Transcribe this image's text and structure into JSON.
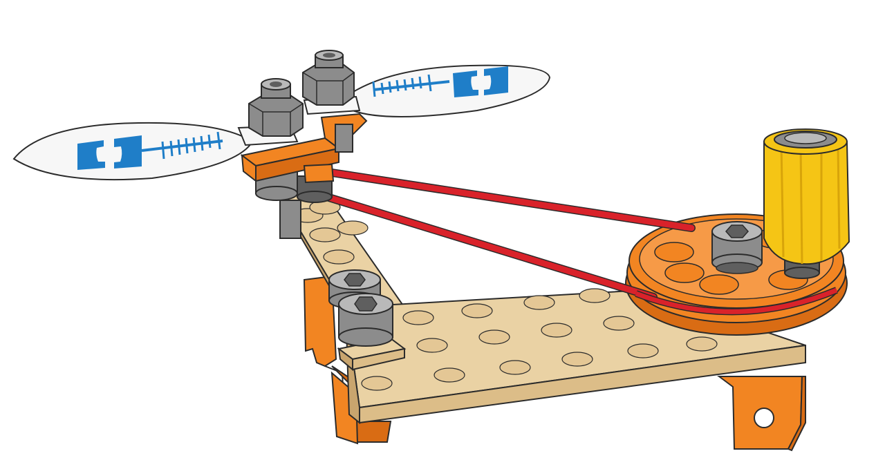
{
  "scene": {
    "subject": "toy-propeller-belt-drive-model",
    "colors": {
      "background": "#ffffff",
      "wood": "#ead2a4",
      "wood_edge": "#dcbd88",
      "wood_dark": "#c9a56e",
      "orange": "#f28522",
      "orange_dark": "#d96c14",
      "belt": "#d9222a",
      "gray": "#8c8c8c",
      "gray_dark": "#5f5f5f",
      "gray_light": "#b9b9b9",
      "yellow": "#f5c515",
      "yellow_dark": "#d8a40a",
      "blade": "#f7f7f7",
      "logo_blue": "#1f7ec8",
      "outline": "#2b2b2b"
    },
    "parts": {
      "propeller": "two-blade-propeller",
      "belt": "red-drive-belt",
      "pulley": "orange-pulley",
      "crank": "yellow-screwdriver-crank",
      "board": "wooden-perforated-board",
      "legs": "orange-support-legs",
      "bolts": "gray-hex-bolts",
      "nuts": "gray-round-nuts"
    }
  }
}
